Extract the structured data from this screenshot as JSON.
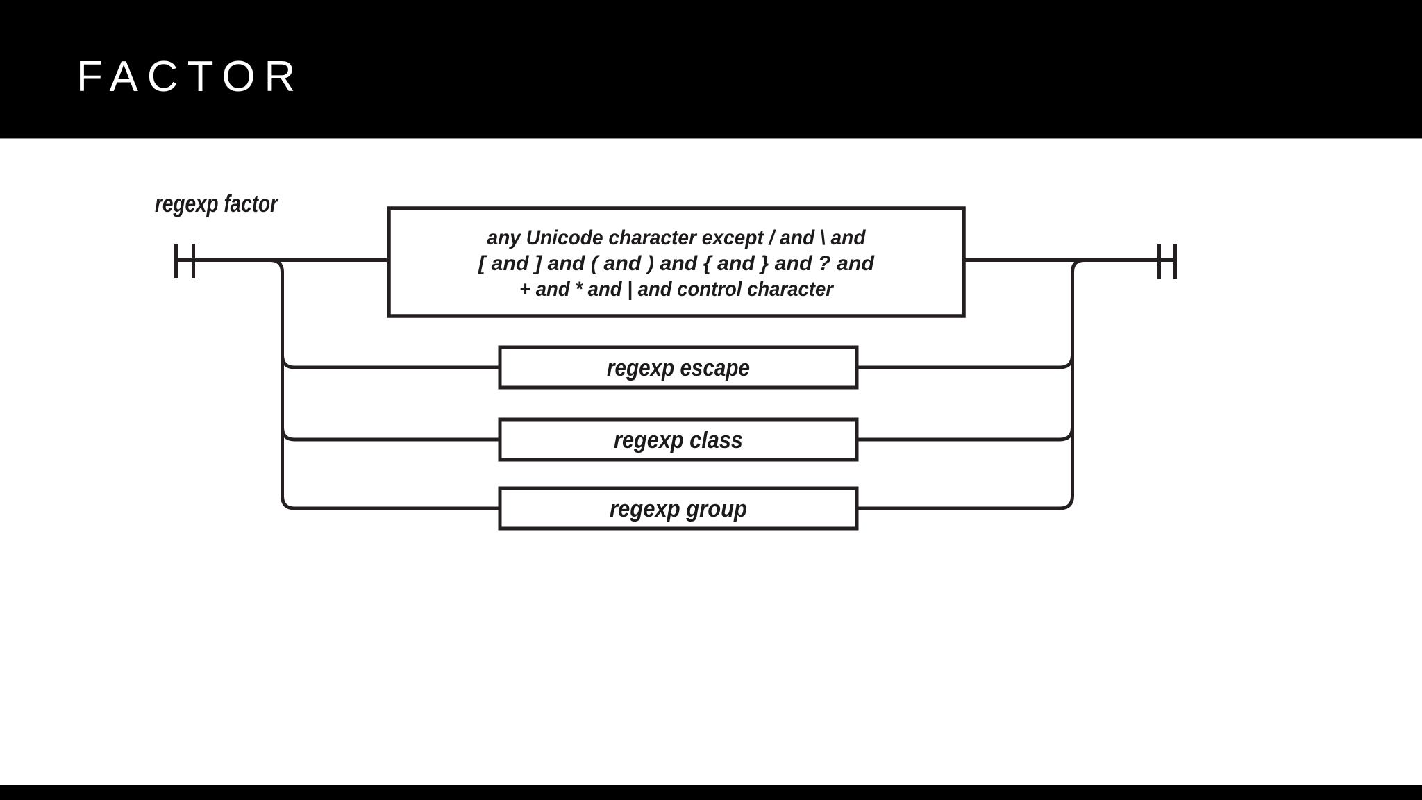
{
  "slide": {
    "title": "FACTOR"
  },
  "diagram": {
    "rule_label": "regexp factor",
    "any_character_box": {
      "lines": [
        "any Unicode character except / and \\ and",
        "[ and ] and ( and ) and { and } and ? and",
        "+ and * and | and control character"
      ]
    },
    "rule_boxes": [
      {
        "label": "regexp escape"
      },
      {
        "label": "regexp class"
      },
      {
        "label": "regexp group"
      }
    ]
  },
  "colors": {
    "header_bg": "#000000",
    "title_text": "#ffffff",
    "slide_bg": "#ffffff",
    "diagram_stroke": "#231f20",
    "footer_bg": "#000000"
  }
}
